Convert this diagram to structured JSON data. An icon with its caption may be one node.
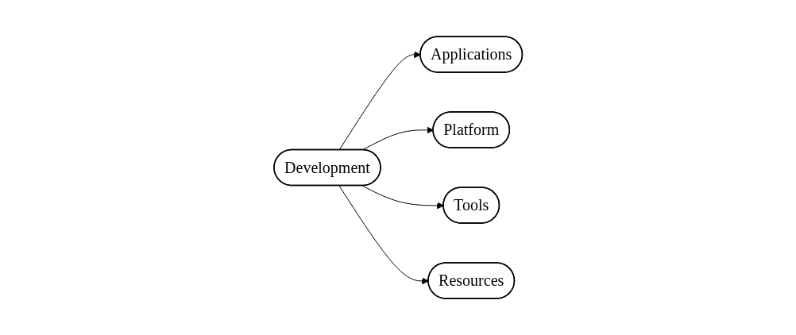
{
  "diagram": {
    "nodes": [
      {
        "text": [
          "Applications"
        ]
      },
      {
        "text": [
          "Platform"
        ]
      },
      {
        "text": [
          "Development"
        ]
      },
      {
        "text": [
          "Tools"
        ]
      },
      {
        "text": [
          "Resources"
        ]
      }
    ],
    "edges": [
      {
        "from": 2,
        "to": 0,
        "arrow": "to"
      },
      {
        "from": 2,
        "to": 1,
        "arrow": "to"
      },
      {
        "from": 2,
        "to": 3,
        "arrow": "to"
      },
      {
        "from": 2,
        "to": 4,
        "arrow": "to"
      }
    ]
  }
}
